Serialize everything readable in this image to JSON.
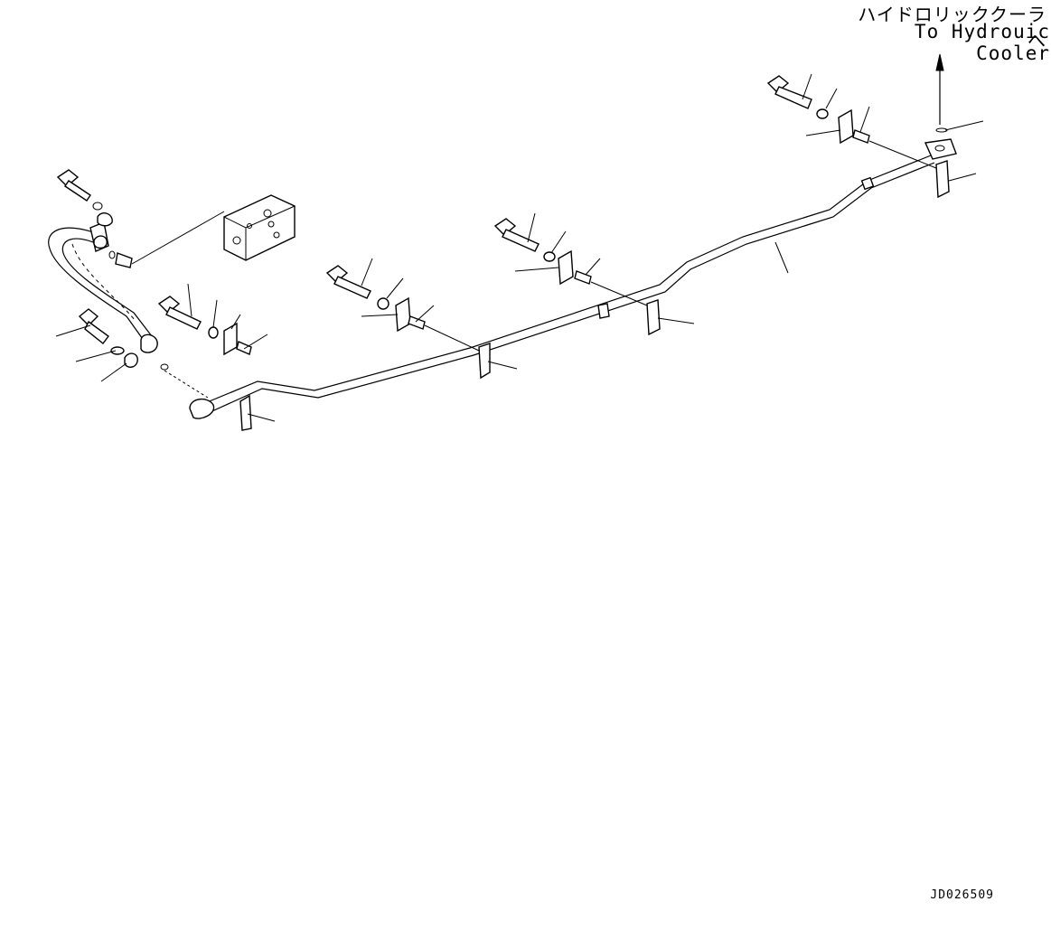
{
  "destination": {
    "label_jp": "ハイドロリッククーラへ",
    "label_en": "To Hydrouic Cooler"
  },
  "drawing_code": "JD026509",
  "icons": {
    "arrow": "arrow-up-icon"
  }
}
